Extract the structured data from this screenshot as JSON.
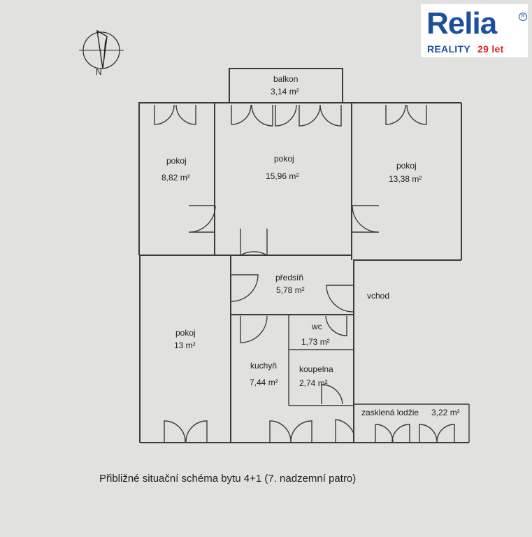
{
  "logo": {
    "brand": "Relia",
    "registered": "R",
    "tagline": "REALITY",
    "years": "29 let",
    "colors": {
      "brand": "#1e4f9e",
      "years": "#d8242b"
    }
  },
  "compass": {
    "north_label": "N"
  },
  "rooms": [
    {
      "name": "balkon",
      "area": "3,14 m²"
    },
    {
      "name": "pokoj",
      "area": "8,82 m²"
    },
    {
      "name": "pokoj",
      "area": "15,96 m²"
    },
    {
      "name": "pokoj",
      "area": "13,38 m²"
    },
    {
      "name": "předsíň",
      "area": "5,78 m²"
    },
    {
      "name": "pokoj",
      "area": "13 m²"
    },
    {
      "name": "wc",
      "area": "1,73 m²"
    },
    {
      "name": "kuchyň",
      "area": "7,44 m²"
    },
    {
      "name": "koupelna",
      "area": "2,74 m²"
    },
    {
      "name": "zasklená lodžie",
      "area": "3,22 m²"
    }
  ],
  "entrance_label": "vchod",
  "caption": "Přibližné situační schéma bytu 4+1 (7. nadzemní patro)"
}
